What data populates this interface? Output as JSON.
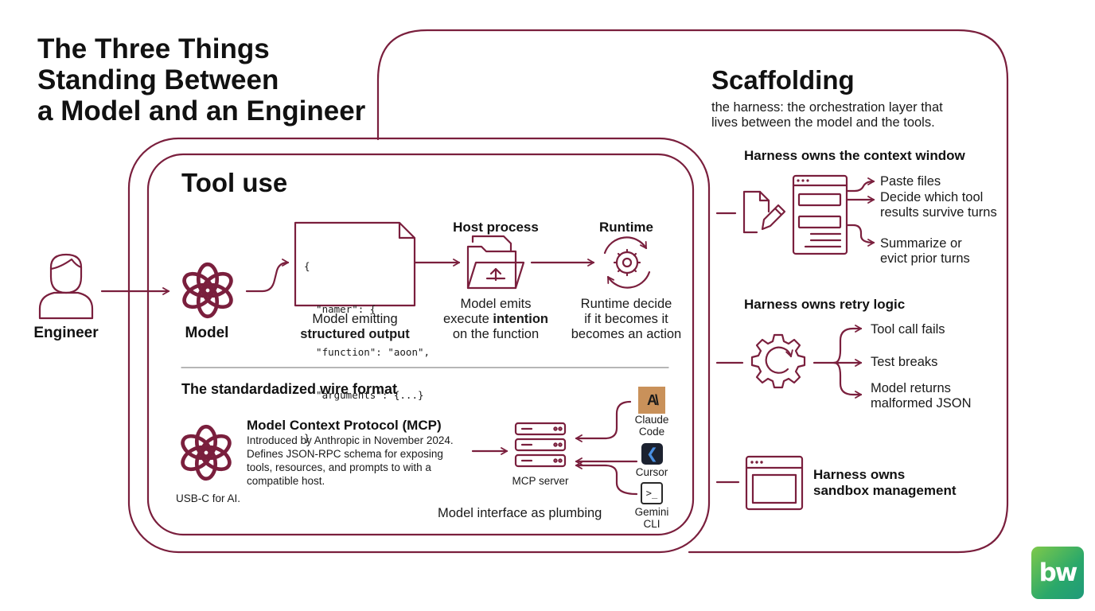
{
  "title": [
    "The Three Things",
    "Standing Between",
    "a Model and an Engineer"
  ],
  "scaffolding": {
    "heading": "Scaffolding",
    "subtitle": [
      "the harness: the orchestration layer that",
      "lives between the model and the tools."
    ],
    "context": {
      "heading": "Harness owns the context window",
      "items": [
        "Paste files",
        "Decide which tool",
        "results survive turns",
        "Summarize or",
        "evict prior turns"
      ]
    },
    "retry": {
      "heading": "Harness owns retry logic",
      "items": [
        "Tool call fails",
        "Test breaks",
        "Model returns",
        "malformed JSON"
      ]
    },
    "sandbox": {
      "heading": [
        "Harness owns",
        "sandbox management"
      ]
    }
  },
  "tool_use": {
    "heading": "Tool use",
    "engineer_label": "Engineer",
    "model_label": "Model",
    "json_snippet": [
      "{",
      "  \"namer\": {",
      "  \"function\": \"aoon\",",
      "  \"arguments\": {...}",
      "}"
    ],
    "model_emitting": {
      "line1": "Model emitting",
      "line2": "structured output"
    },
    "host": {
      "heading": "Host process",
      "line1": "Model emits",
      "line2_pre": "execute ",
      "line2_bold": "intention",
      "line3": "on the function"
    },
    "runtime": {
      "heading": "Runtime",
      "lines": [
        "Runtime decide",
        "if it becomes it",
        "becomes an action"
      ]
    }
  },
  "wire": {
    "heading": "The standardadized wire format",
    "mcp_heading": "Model Context Protocol (MCP)",
    "mcp_desc": [
      "Introduced by Anthropic in November 2024.",
      "Defines JSON-RPC schema for exposing",
      "tools, resources, and prompts to with a",
      "compatible host."
    ],
    "usb_label": "USB-C for AI.",
    "server_label": "MCP server",
    "plumbing": "Model interface as plumbing",
    "clients": [
      {
        "name": [
          "Claude",
          "Code"
        ],
        "icon": "claude-logo-icon",
        "glyph": "A\\"
      },
      {
        "name": [
          "Cursor"
        ],
        "icon": "cursor-logo-icon",
        "glyph": "❮"
      },
      {
        "name": [
          "Gemini",
          "CLI"
        ],
        "icon": "terminal-icon",
        "glyph": ">_"
      }
    ]
  },
  "colors": {
    "accent": "#7a1f3d",
    "claude_bg": "#c9915a",
    "cursor_bg": "#1c2230"
  },
  "logo_text": "bw"
}
